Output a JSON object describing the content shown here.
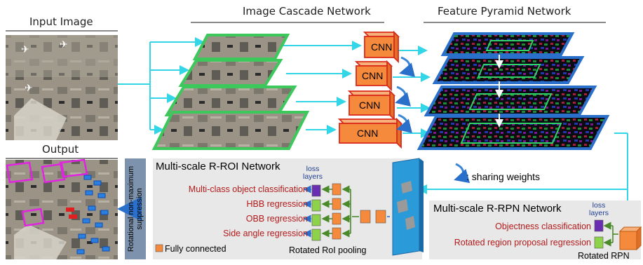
{
  "titles": {
    "input_image": "Input Image",
    "image_cascade": "Image Cascade Network",
    "feature_pyramid": "Feature Pyramid Network",
    "output": "Output"
  },
  "cnn_labels": [
    "CNN",
    "CNN",
    "CNN",
    "CNN"
  ],
  "roi": {
    "title": "Multi-scale R-ROI Network",
    "loss_layers": "loss layers",
    "tasks": [
      "Multi-class object classification",
      "HBB regression",
      "OBB regression",
      "Side angle regression"
    ],
    "fully_connected": "Fully connected",
    "pooling": "Rotated RoI pooling"
  },
  "rpn": {
    "title": "Multi-scale R-RPN Network",
    "loss_layers": "loss layers",
    "tasks": [
      "Objectness classification",
      "Rotated region proposal regression"
    ],
    "rotated_rpn": "Rotated RPN"
  },
  "sharing_weights": ": sharing weights",
  "nms": "Rotational non-maximum suppression",
  "colors": {
    "cyan": "#33d6e6",
    "cnn_orange": "#f58a3c",
    "cnn_border": "#d92b1b",
    "green": "#3cc85a",
    "blue": "#2a6fc9",
    "magenta": "#e024e0",
    "purple": "#6a2fb0",
    "light_green": "#8ed14a",
    "nms_box": "#7d93ad",
    "panel": "#e8e8e8"
  }
}
